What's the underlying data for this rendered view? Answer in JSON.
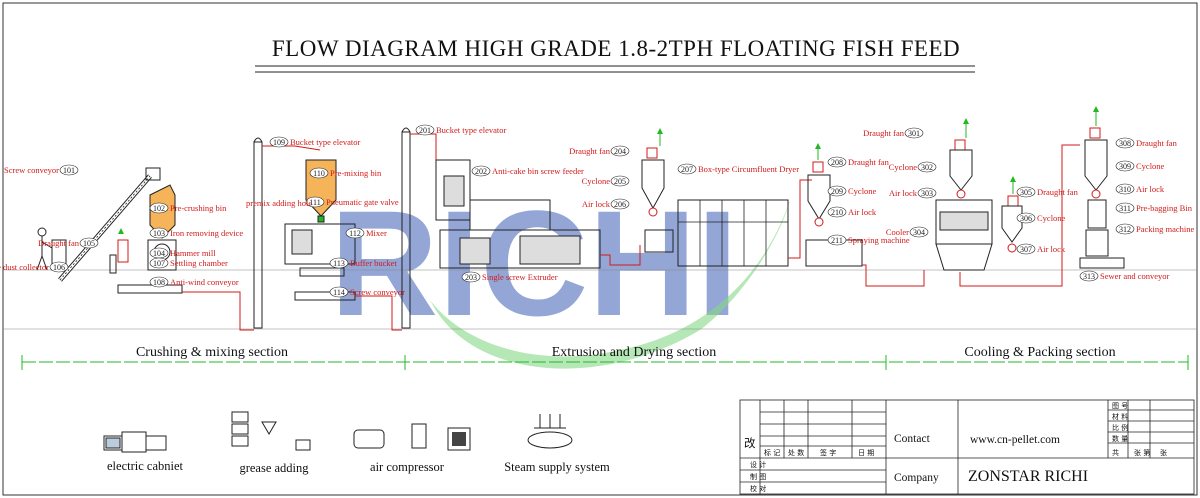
{
  "title": "FLOW DIAGRAM HIGH GRADE 1.8-2TPH FLOATING FISH FEED",
  "watermark": "RICHI",
  "sections": [
    {
      "label": "Crushing & mixing section"
    },
    {
      "label": "Extrusion and Drying section"
    },
    {
      "label": "Cooling & Packing section"
    }
  ],
  "equipment": [
    {
      "num": "101",
      "label": "Screw conveyor"
    },
    {
      "num": "102",
      "label": "Pre-crushing bin"
    },
    {
      "num": "103",
      "label": "Iron removing device"
    },
    {
      "num": "104",
      "label": "Hammer mill"
    },
    {
      "num": "105",
      "label": "Draught fan"
    },
    {
      "num": "106",
      "label": "Pulse dust collector"
    },
    {
      "num": "107",
      "label": "Settling chamber"
    },
    {
      "num": "108",
      "label": "Anti-wind conveyor"
    },
    {
      "num": "109",
      "label": "Bucket type elevator"
    },
    {
      "num": "110",
      "label": "Pre-mixing bin"
    },
    {
      "num": "111",
      "label": "Pneumatic gate valve"
    },
    {
      "num": "112",
      "label": "Mixer"
    },
    {
      "num": "113",
      "label": "Buffer bucket"
    },
    {
      "num": "114",
      "label": "Screw conveyor"
    },
    {
      "num": "",
      "label": "premix adding hole"
    },
    {
      "num": "201",
      "label": "Bucket type elevator"
    },
    {
      "num": "202",
      "label": "Anti-cake bin screw feeder"
    },
    {
      "num": "203",
      "label": "Single screw Extruder"
    },
    {
      "num": "204",
      "label": "Draught fan"
    },
    {
      "num": "205",
      "label": "Cyclone"
    },
    {
      "num": "206",
      "label": "Air lock"
    },
    {
      "num": "207",
      "label": "Box-type Circumfluent Dryer"
    },
    {
      "num": "208",
      "label": "Draught fan"
    },
    {
      "num": "209",
      "label": "Cyclone"
    },
    {
      "num": "210",
      "label": "Air lock"
    },
    {
      "num": "211",
      "label": "Spraying machine"
    },
    {
      "num": "301",
      "label": "Draught fan"
    },
    {
      "num": "302",
      "label": "Cyclone"
    },
    {
      "num": "303",
      "label": "Air lock"
    },
    {
      "num": "304",
      "label": "Cooler"
    },
    {
      "num": "305",
      "label": "Draught fan"
    },
    {
      "num": "306",
      "label": "Cyclone"
    },
    {
      "num": "307",
      "label": "Air lock"
    },
    {
      "num": "308",
      "label": "Draught fan"
    },
    {
      "num": "309",
      "label": "Cyclone"
    },
    {
      "num": "310",
      "label": "Air lock"
    },
    {
      "num": "311",
      "label": "Pre-bagging Bin"
    },
    {
      "num": "312",
      "label": "Packing machine"
    },
    {
      "num": "313",
      "label": "Sewer and conveyor"
    }
  ],
  "legend": [
    {
      "label": "electric cabniet",
      "icon": "electric-cabinet-icon"
    },
    {
      "label": "grease adding",
      "icon": "grease-adding-icon"
    },
    {
      "label": "air compressor",
      "icon": "air-compressor-icon"
    },
    {
      "label": "Steam supply system",
      "icon": "steam-supply-icon"
    }
  ],
  "title_block": {
    "contact_label": "Contact",
    "contact_value": "www.cn-pellet.com",
    "company_label": "Company",
    "company_value": "ZONSTAR RICHI",
    "rev_mark": "改",
    "header_cells": [
      "标 记",
      "处 数",
      "签 字",
      "日 期"
    ],
    "row_labels": [
      "设 计",
      "制 图",
      "校 对"
    ],
    "right_labels": [
      "图 号",
      "材 料",
      "比 例",
      "数 量"
    ],
    "footer_cells": [
      "共",
      "张 第",
      "张"
    ]
  },
  "colors": {
    "accent_red": "#d11a1a",
    "line": "#222222",
    "watermark_blue": "#2a4fa8",
    "watermark_green": "#22b822"
  }
}
